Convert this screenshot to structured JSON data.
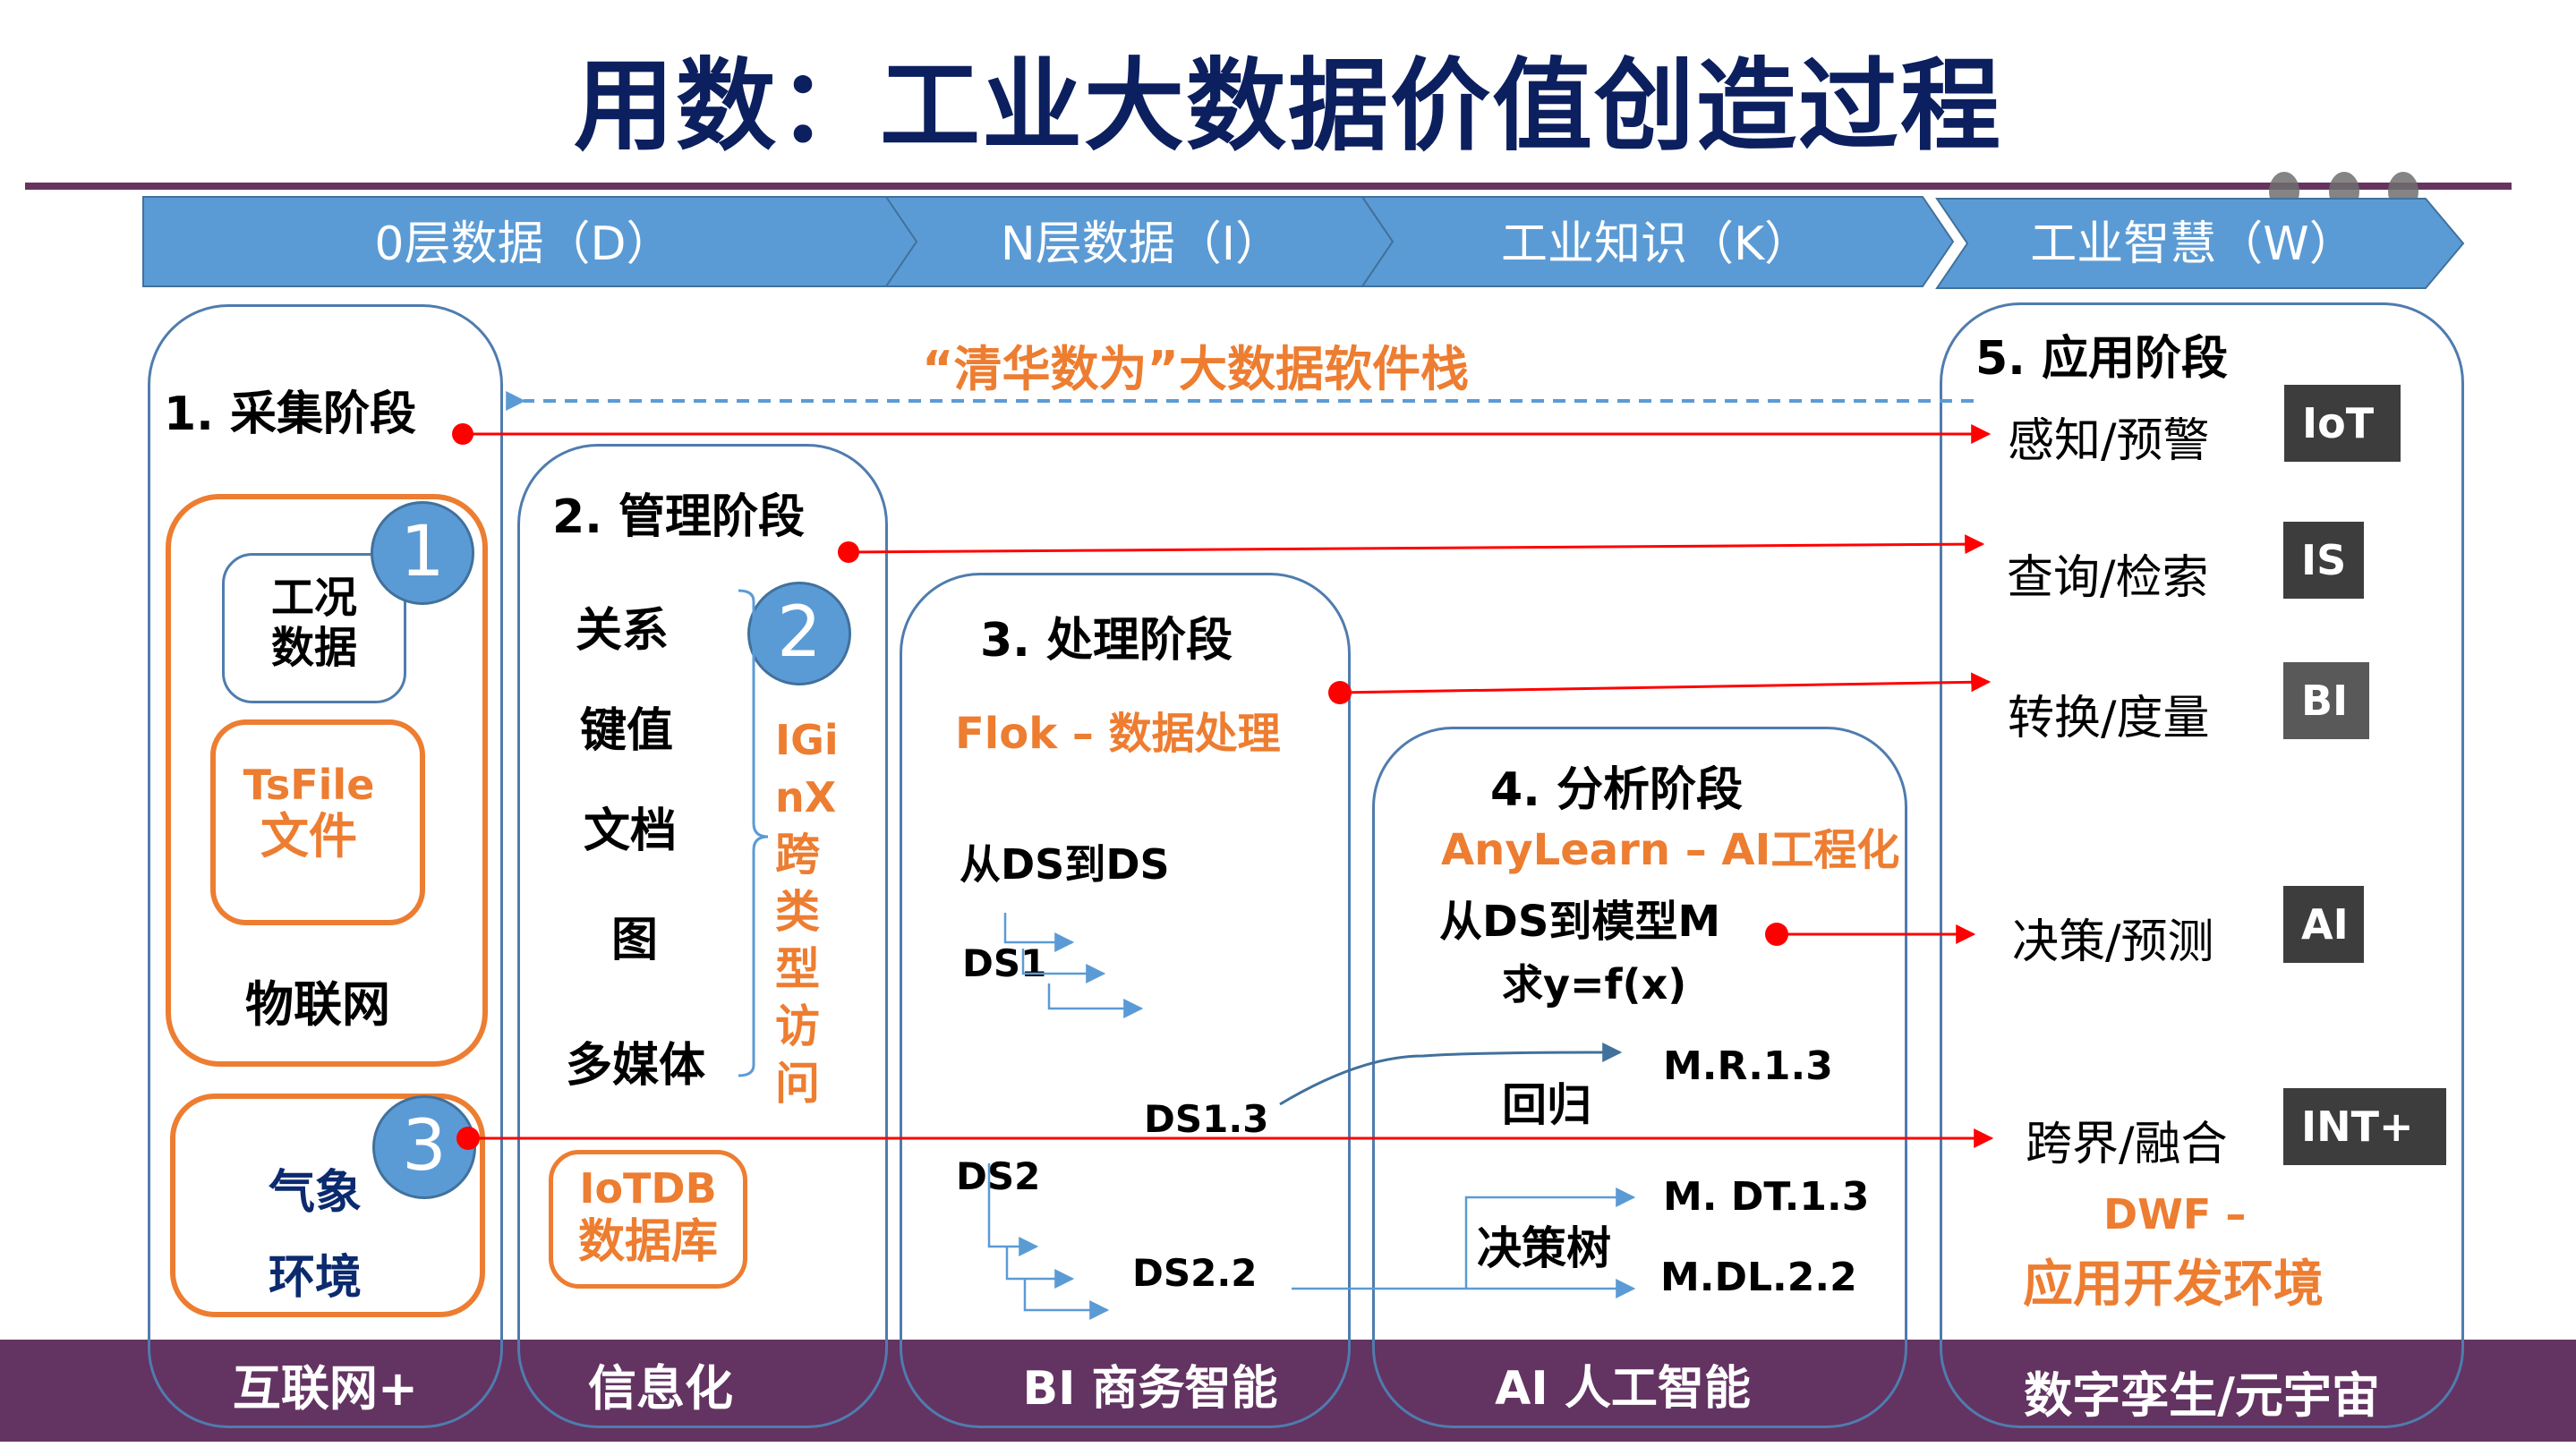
{
  "title": "用数：工业大数据价值创造过程",
  "header_chevrons": [
    {
      "label": "0层数据（D）"
    },
    {
      "label": "N层数据（I）"
    },
    {
      "label": "工业知识（K）"
    },
    {
      "label": "工业智慧（W）"
    }
  ],
  "software_stack_label": "“清华数为”大数据软件栈",
  "stages": {
    "collect": {
      "title": "1. 采集阶段",
      "badge_1": "1",
      "work_data": "工况\n数据",
      "work_data_line1": "工况",
      "work_data_line2": "数据",
      "tsfile_line1": "TsFile",
      "tsfile_line2": "文件",
      "iot": "物联网",
      "badge_3": "3",
      "weather_line1": "气象",
      "weather_line2": "环境"
    },
    "manage": {
      "title": "2. 管理阶段",
      "badge_2": "2",
      "types": [
        "关系",
        "键值",
        "文档",
        "图",
        "多媒体"
      ],
      "iginx_vertical": [
        "IGi",
        "nX",
        "跨",
        "类",
        "型",
        "访",
        "问"
      ],
      "iotdb_line1": "IoTDB",
      "iotdb_line2": "数据库"
    },
    "process": {
      "title": "3. 处理阶段",
      "subtitle": "Flok – 数据处理",
      "from_to": "从DS到DS",
      "ds1": "DS1",
      "ds1_3": "DS1.3",
      "ds2": "DS2",
      "ds2_2": "DS2.2"
    },
    "analyze": {
      "title": "4. 分析阶段",
      "subtitle": "AnyLearn – AI工程化",
      "from_to": "从DS到模型M",
      "solve": "求y=f(x)",
      "regression": "回归",
      "model_r": "M.R.1.3",
      "decision_tree": "决策树",
      "model_dt": "M. DT.1.3",
      "model_dl": "M.DL.2.2"
    },
    "apply": {
      "title": "5. 应用阶段",
      "items": [
        {
          "label": "感知/预警",
          "tag": "IoT"
        },
        {
          "label": "查询/检索",
          "tag": "IS"
        },
        {
          "label": "转换/度量",
          "tag": "BI"
        },
        {
          "label": "决策/预测",
          "tag": "AI"
        },
        {
          "label": "跨界/融合",
          "tag": "INT+"
        }
      ],
      "dwf_line1": "DWF –",
      "dwf_line2": "应用开发环境"
    }
  },
  "bottom_band": [
    "互联网+",
    "信息化",
    "BI 商务智能",
    "AI 人工智能",
    "数字孪生/元宇宙"
  ],
  "colors": {
    "title": "#0c1f5e",
    "chevron": "#5b9bd5",
    "band": "#633362",
    "accent_orange": "#ed7d31",
    "connector_red": "#ff0000",
    "tag_bg": "#3d3d3d"
  }
}
